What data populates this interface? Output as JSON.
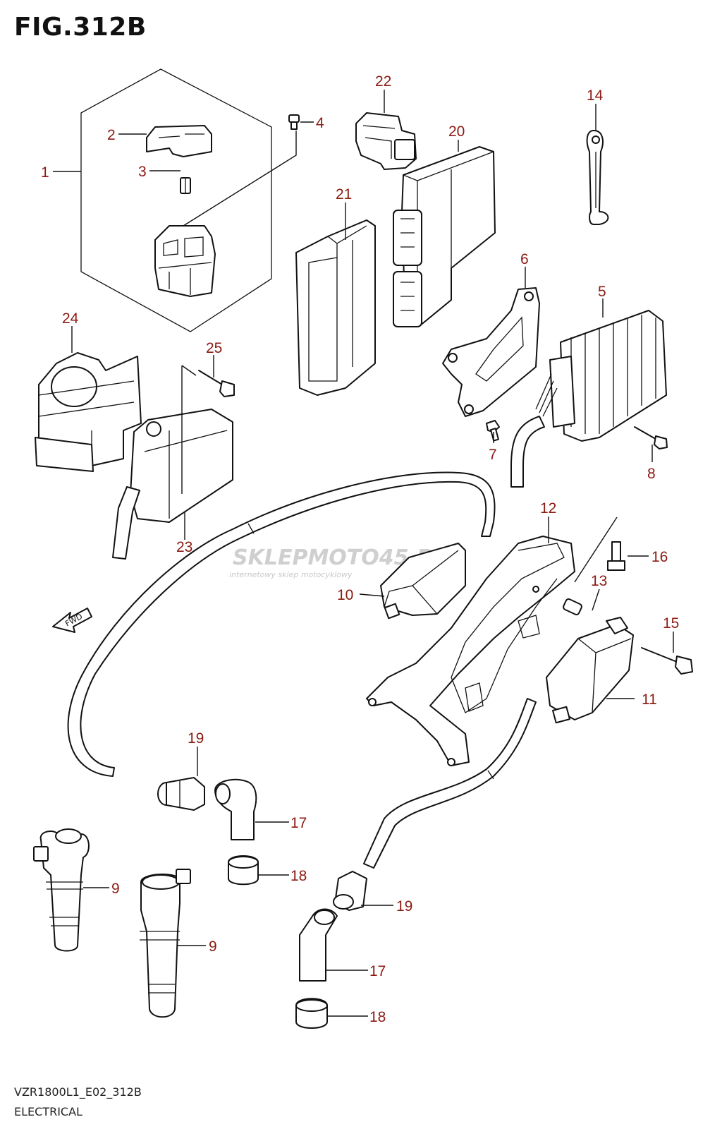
{
  "figure": {
    "title": "FIG.312B",
    "model_code": "VZR1800L1_E02_312B",
    "section": "ELECTRICAL"
  },
  "watermark": {
    "brand": "SKLEPMOTO45.PL",
    "tagline": "internetowy sklep motocyklowy"
  },
  "fwd_label": "FWD",
  "callouts": [
    {
      "id": "c1",
      "label": "1"
    },
    {
      "id": "c2",
      "label": "2"
    },
    {
      "id": "c3",
      "label": "3"
    },
    {
      "id": "c4",
      "label": "4"
    },
    {
      "id": "c5",
      "label": "5"
    },
    {
      "id": "c6",
      "label": "6"
    },
    {
      "id": "c7",
      "label": "7"
    },
    {
      "id": "c8",
      "label": "8"
    },
    {
      "id": "c9a",
      "label": "9"
    },
    {
      "id": "c9b",
      "label": "9"
    },
    {
      "id": "c10",
      "label": "10"
    },
    {
      "id": "c11",
      "label": "11"
    },
    {
      "id": "c12",
      "label": "12"
    },
    {
      "id": "c13",
      "label": "13"
    },
    {
      "id": "c14",
      "label": "14"
    },
    {
      "id": "c15",
      "label": "15"
    },
    {
      "id": "c16",
      "label": "16"
    },
    {
      "id": "c17a",
      "label": "17"
    },
    {
      "id": "c17b",
      "label": "17"
    },
    {
      "id": "c18a",
      "label": "18"
    },
    {
      "id": "c18b",
      "label": "18"
    },
    {
      "id": "c19a",
      "label": "19"
    },
    {
      "id": "c19b",
      "label": "19"
    },
    {
      "id": "c20",
      "label": "20"
    },
    {
      "id": "c21",
      "label": "21"
    },
    {
      "id": "c22",
      "label": "22"
    },
    {
      "id": "c23",
      "label": "23"
    },
    {
      "id": "c24",
      "label": "24"
    },
    {
      "id": "c25",
      "label": "25"
    }
  ]
}
